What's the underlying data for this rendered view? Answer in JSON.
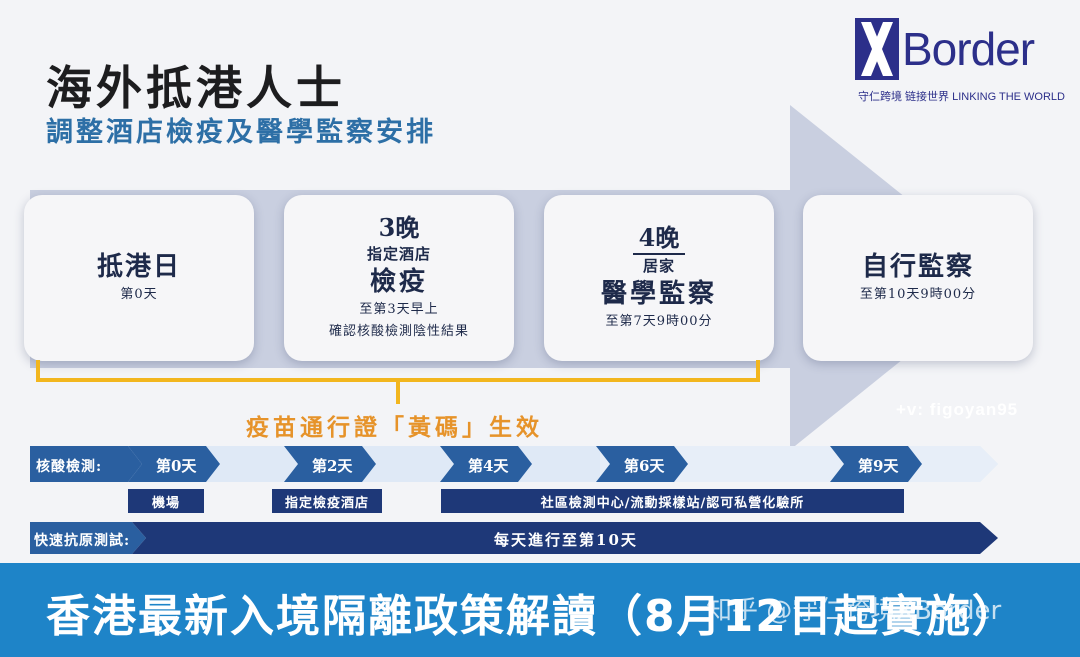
{
  "header": {
    "title": "海外抵港人士",
    "subtitle": "調整酒店檢疫及醫學監察安排"
  },
  "logo": {
    "mark": "X",
    "word": "Border",
    "tagline": "守仁跨境 链接世界 LINKING THE WORLD"
  },
  "stages": [
    {
      "title": "抵港日",
      "detail": "第0天"
    },
    {
      "nights": "3晚",
      "place": "指定酒店",
      "title": "檢疫",
      "detail_1": "至第3天早上",
      "detail_2": "確認核酸檢測陰性結果"
    },
    {
      "nights": "4晚",
      "place": "居家",
      "title": "醫學監察",
      "detail": "至第7天9時00分"
    },
    {
      "title": "自行監察",
      "detail": "至第10天9時00分"
    }
  ],
  "vaccine_pass": "疫苗通行證「黃碼」生效",
  "wechat": "+v: figoyan95",
  "timeline": {
    "pcr_label": "核酸檢測:",
    "days": [
      "第0天",
      "第2天",
      "第4天",
      "第6天",
      "第9天"
    ],
    "places": [
      "機場",
      "指定檢疫酒店",
      "社區檢測中心/流動採樣站/認可私營化驗所"
    ],
    "rat_label": "快速抗原測試:",
    "rat_text": "每天進行至第10天"
  },
  "banner": {
    "text": "香港最新入境隔離政策解讀（8月12日起實施）",
    "watermark": "知乎 @守仁跨境XBorder"
  },
  "colors": {
    "navy": "#1e3878",
    "accent_blue": "#2d6fa6",
    "yellow": "#f2b61e",
    "banner": "#1e84c8",
    "arrow": "#c9cfe0"
  }
}
